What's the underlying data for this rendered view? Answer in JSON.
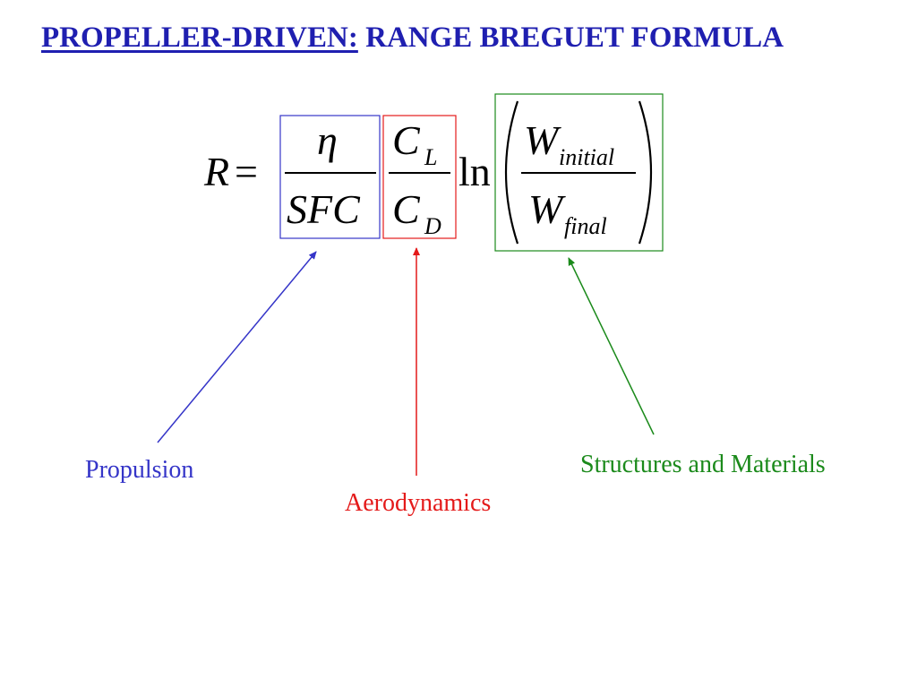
{
  "title": {
    "prefix": "PROPELLER-DRIVEN:",
    "rest": " RANGE BREGUET FORMULA"
  },
  "formula": {
    "lhs": "R",
    "equals": "=",
    "eta": "η",
    "sfc": "SFC",
    "c": "C",
    "sub_l": "L",
    "sub_d": "D",
    "ln": "ln",
    "w": "W",
    "sub_initial": "initial",
    "sub_final": "final"
  },
  "labels": {
    "propulsion": "Propulsion",
    "aerodynamics": "Aerodynamics",
    "structures": "Structures and Materials"
  },
  "colors": {
    "title": "#1f1fb0",
    "propulsion": "#3535c8",
    "aerodynamics": "#e41a1a",
    "structures": "#1b8a1b",
    "formula": "#000000"
  }
}
